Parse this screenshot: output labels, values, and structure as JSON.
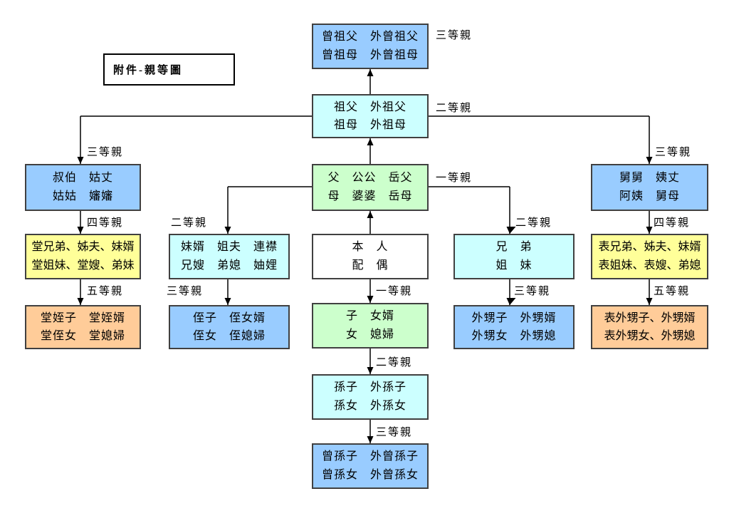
{
  "title_box": {
    "text": "附件-親等圖"
  },
  "colors": {
    "blue": "#99CCFF",
    "cyan": "#CCFFFF",
    "green": "#CCFFCC",
    "yellow": "#FFFF99",
    "orange": "#FFCC99",
    "white": "#FFFFFF",
    "line": "#000000",
    "border": "#404040"
  },
  "boxes": {
    "great_grandparents": {
      "line1": "曾祖父　外曾祖父",
      "line2": "曾祖母　外曾祖母"
    },
    "grandparents": {
      "line1": "祖父　外祖父",
      "line2": "祖母　外祖母"
    },
    "parents": {
      "line1": "父　公公　岳父",
      "line2": "母　婆婆　岳母"
    },
    "self_spouse": {
      "line1": "本　人",
      "line2": "配　偶"
    },
    "children": {
      "line1": "子　女婿",
      "line2": "女　媳婦"
    },
    "grandchildren": {
      "line1": "孫子　外孫子",
      "line2": "孫女　外孫女"
    },
    "great_grandchildren": {
      "line1": "曾孫子　外曾孫子",
      "line2": "曾孫女　外曾孫女"
    },
    "paternal_uncles_aunts": {
      "line1": "叔伯　姑丈",
      "line2": "姑姑　嬸嬸"
    },
    "paternal_cousins": {
      "line1": "堂兄弟、姊夫、妹婿",
      "line2": "堂姐妹、堂嫂、弟妹"
    },
    "paternal_cousins_children": {
      "line1": "堂姪子　堂姪婿",
      "line2": "堂侄女　堂媳婦"
    },
    "siblings_in_law": {
      "line1": "妹婿　姐夫　連襟",
      "line2": "兄嫂　弟媳　妯娌"
    },
    "nephews_nieces": {
      "line1": "侄子　侄女婿",
      "line2": "侄女　侄媳婦"
    },
    "siblings": {
      "line1": "兄　弟",
      "line2": "姐　妹"
    },
    "sororal_nephews_nieces": {
      "line1": "外甥子　外甥婿",
      "line2": "外甥女　外甥媳"
    },
    "maternal_uncles_aunts": {
      "line1": "舅舅　姨丈",
      "line2": "阿姨　舅母"
    },
    "maternal_cousins": {
      "line1": "表兄弟、姊夫、妹婿",
      "line2": "表姐妹、表嫂、弟媳"
    },
    "maternal_cousins_children": {
      "line1": "表外甥子、外甥婿",
      "line2": "表外甥女、外甥媳"
    }
  },
  "degree_labels": [
    {
      "text": "三等親"
    },
    {
      "text": "二等親"
    },
    {
      "text": "一等親"
    },
    {
      "text": "三等親"
    },
    {
      "text": "四等親"
    },
    {
      "text": "五等親"
    },
    {
      "text": "二等親"
    },
    {
      "text": "三等親"
    },
    {
      "text": "一等親"
    },
    {
      "text": "二等親"
    },
    {
      "text": "三等親"
    },
    {
      "text": "二等親"
    },
    {
      "text": "三等親"
    },
    {
      "text": "三等親"
    },
    {
      "text": "四等親"
    },
    {
      "text": "五等親"
    }
  ]
}
